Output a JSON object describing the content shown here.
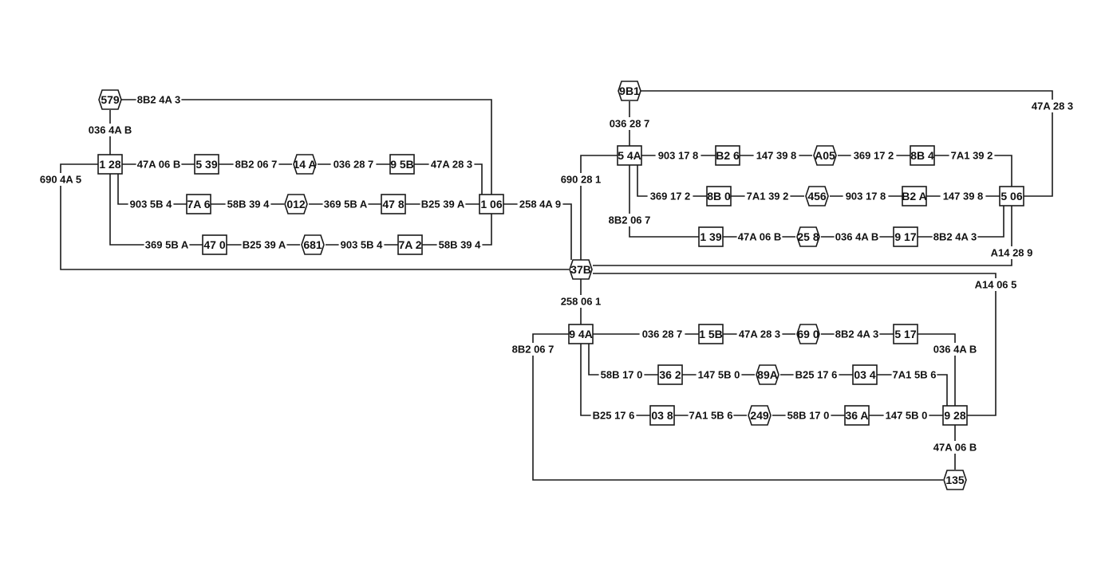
{
  "diagram": {
    "nodes": [
      {
        "id": "579",
        "label": "579",
        "shape": "hex"
      },
      {
        "id": "128",
        "label": "1 28",
        "shape": "rect"
      },
      {
        "id": "539",
        "label": "5 39",
        "shape": "rect"
      },
      {
        "id": "14A",
        "label": "14 A",
        "shape": "hex"
      },
      {
        "id": "95B",
        "label": "9 5B",
        "shape": "rect"
      },
      {
        "id": "7A6",
        "label": "7A 6",
        "shape": "rect"
      },
      {
        "id": "012",
        "label": "012",
        "shape": "hex"
      },
      {
        "id": "478",
        "label": "47 8",
        "shape": "rect"
      },
      {
        "id": "106",
        "label": "1 06",
        "shape": "rect"
      },
      {
        "id": "470",
        "label": "47 0",
        "shape": "rect"
      },
      {
        "id": "681",
        "label": "681",
        "shape": "hex"
      },
      {
        "id": "7A2",
        "label": "7A 2",
        "shape": "rect"
      },
      {
        "id": "37B",
        "label": "37B",
        "shape": "hex"
      },
      {
        "id": "9B1",
        "label": "9B1",
        "shape": "hex"
      },
      {
        "id": "54A",
        "label": "5 4A",
        "shape": "rect"
      },
      {
        "id": "B26",
        "label": "B2 6",
        "shape": "rect"
      },
      {
        "id": "A05",
        "label": "A05",
        "shape": "hex"
      },
      {
        "id": "8B4",
        "label": "8B 4",
        "shape": "rect"
      },
      {
        "id": "8B0",
        "label": "8B 0",
        "shape": "rect"
      },
      {
        "id": "456",
        "label": "456",
        "shape": "hex"
      },
      {
        "id": "B2A",
        "label": "B2 A",
        "shape": "rect"
      },
      {
        "id": "506",
        "label": "5 06",
        "shape": "rect"
      },
      {
        "id": "139",
        "label": "1 39",
        "shape": "rect"
      },
      {
        "id": "258",
        "label": "25 8",
        "shape": "hex"
      },
      {
        "id": "917",
        "label": "9 17",
        "shape": "rect"
      },
      {
        "id": "94A",
        "label": "9 4A",
        "shape": "rect"
      },
      {
        "id": "15B",
        "label": "1 5B",
        "shape": "rect"
      },
      {
        "id": "690",
        "label": "69 0",
        "shape": "hex"
      },
      {
        "id": "517",
        "label": "5 17",
        "shape": "rect"
      },
      {
        "id": "362",
        "label": "36 2",
        "shape": "rect"
      },
      {
        "id": "89A",
        "label": "89A",
        "shape": "hex"
      },
      {
        "id": "034",
        "label": "03 4",
        "shape": "rect"
      },
      {
        "id": "038",
        "label": "03 8",
        "shape": "rect"
      },
      {
        "id": "249",
        "label": "249",
        "shape": "hex"
      },
      {
        "id": "36A",
        "label": "36 A",
        "shape": "rect"
      },
      {
        "id": "928",
        "label": "9 28",
        "shape": "rect"
      },
      {
        "id": "135",
        "label": "135",
        "shape": "hex"
      }
    ],
    "edge_labels": [
      "8B2 4A 3",
      "036 4A B",
      "47A 06 B",
      "8B2 06 7",
      "036 28 7",
      "47A 28 3",
      "690 4A 5",
      "903 5B 4",
      "58B 39 4",
      "369 5B A",
      "B25 39 A",
      "258 4A 9",
      "369 5B A",
      "B25 39 A",
      "903 5B 4",
      "58B 39 4",
      "036 28 7",
      "47A 28 3",
      "903 17 8",
      "147 39 8",
      "369 17 2",
      "7A1 39 2",
      "690 28 1",
      "369 17 2",
      "7A1 39 2",
      "903 17 8",
      "147 39 8",
      "8B2 06 7",
      "47A 06 B",
      "036 4A B",
      "8B2 4A 3",
      "A14 28 9",
      "A14 06 5",
      "258 06 1",
      "036 28 7",
      "47A 28 3",
      "8B2 4A 3",
      "8B2 06 7",
      "036 4A B",
      "58B 17 0",
      "147 5B 0",
      "B25 17 6",
      "7A1 5B 6",
      "B25 17 6",
      "7A1 5B 6",
      "58B 17 0",
      "147 5B 0",
      "47A 06 B"
    ],
    "colors": {
      "stroke": "#1a1a1a",
      "text": "#111111",
      "background": "#ffffff"
    }
  }
}
